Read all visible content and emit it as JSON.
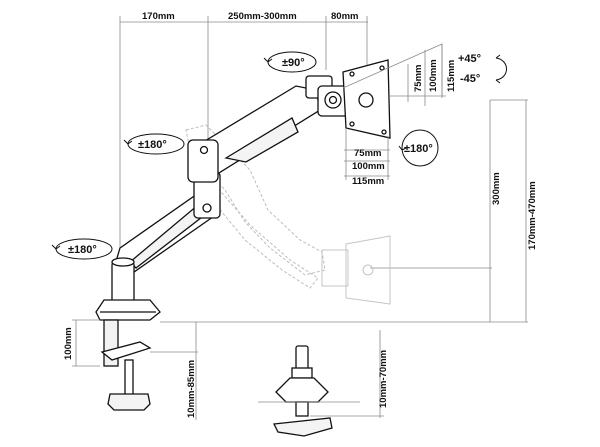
{
  "dimensions": {
    "reach_1": "170mm",
    "reach_2": "250mm-300mm",
    "reach_3": "80mm",
    "vesa_75_h": "75mm",
    "vesa_100_h": "100mm",
    "vesa_115_h": "115mm",
    "vesa_75_w": "75mm",
    "vesa_100_w": "100mm",
    "vesa_115_w": "115mm",
    "height_drop": "300mm",
    "height_range": "170mm-470mm",
    "clamp_thickness": "100mm",
    "desk_range_clamp": "10mm-85mm",
    "desk_range_grommet": "10mm-70mm"
  },
  "rotations": {
    "tilt_pivot": "±90°",
    "tilt_up": "+45°",
    "tilt_down": "-45°",
    "rotate_screen": "±180°",
    "rotate_arm_upper": "±180°",
    "rotate_arm_lower": "±180°"
  }
}
